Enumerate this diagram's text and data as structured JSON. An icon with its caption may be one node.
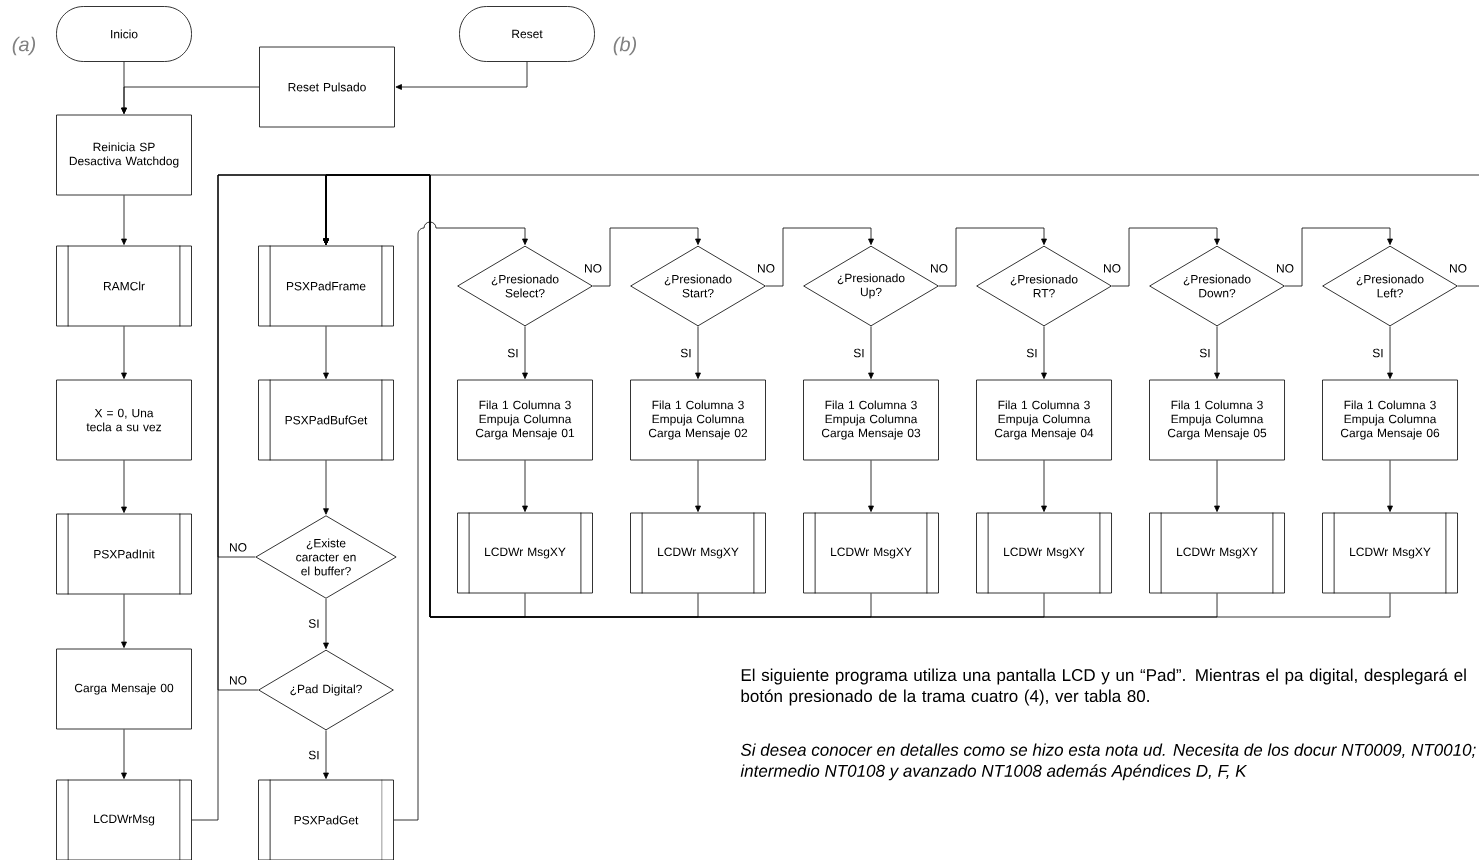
{
  "diagram": {
    "nodes": [
      {
        "text": [
          "Inicio"
        ],
        "beside": [
          "(a)"
        ]
      },
      {
        "text": [
          "Reset"
        ],
        "beside": [
          "(b)"
        ]
      },
      {
        "text": [
          "Reset Pulsado"
        ]
      },
      {
        "text": [
          "Reinicia SP Desactiva Watchdog"
        ]
      },
      {
        "text": [
          "RAMClr"
        ]
      },
      {
        "text": [
          "X = 0, Una tecla a su vez"
        ]
      },
      {
        "text": [
          "PSXPadInit"
        ]
      },
      {
        "text": [
          "Carga Mensaje 00"
        ]
      },
      {
        "text": [
          "LCDWrMsg"
        ]
      },
      {
        "text": [
          "PSXPadFrame"
        ]
      },
      {
        "text": [
          "PSXPadBufGet"
        ]
      },
      {
        "text": [
          "¿Existe caracter en el buffer?"
        ]
      },
      {
        "text": [
          "¿Pad Digital?"
        ]
      },
      {
        "text": [
          "PSXPadGet"
        ]
      },
      {
        "text": [
          "¿Presionado Select?"
        ]
      },
      {
        "text": [
          "Fila 1 Columna 3 Empuja Columna Carga Mensaje 01"
        ]
      },
      {
        "text": [
          "LCDWr MsgXY"
        ]
      },
      {
        "text": [
          "¿Presionado Start?"
        ]
      },
      {
        "text": [
          "Fila 1 Columna 3 Empuja Columna Carga Mensaje 02"
        ]
      },
      {
        "text": [
          "LCDWr MsgXY"
        ]
      },
      {
        "text": [
          "¿Presionado Up?"
        ]
      },
      {
        "text": [
          "Fila 1 Columna 3 Empuja Columna Carga Mensaje 03"
        ]
      },
      {
        "text": [
          "LCDWr MsgXY"
        ]
      },
      {
        "text": [
          "¿Presionado RT?"
        ]
      },
      {
        "text": [
          "Fila 1 Columna 3 Empuja Columna Carga Mensaje 04"
        ]
      },
      {
        "text": [
          "LCDWr MsgXY"
        ]
      },
      {
        "text": [
          "¿Presionado Down?"
        ]
      },
      {
        "text": [
          "Fila 1 Columna 3 Empuja Columna Carga Mensaje 05"
        ]
      },
      {
        "text": [
          "LCDWr MsgXY"
        ]
      },
      {
        "text": [
          "¿Presionado Left?"
        ]
      },
      {
        "text": [
          "Fila 1 Columna 3 Empuja Columna Carga Mensaje 06"
        ]
      },
      {
        "text": [
          "LCDWr MsgXY"
        ]
      }
    ],
    "edges": [
      {
        "from": 0,
        "to": 3,
        "arrow": "to"
      },
      {
        "from": 1,
        "to": 2,
        "arrow": "to"
      },
      {
        "from": 2,
        "to": 3,
        "arrow": "to"
      },
      {
        "from": 3,
        "to": 4,
        "arrow": "to"
      },
      {
        "from": 4,
        "to": 5,
        "arrow": "to"
      },
      {
        "from": 5,
        "to": 6,
        "arrow": "to"
      },
      {
        "from": 6,
        "to": 7,
        "arrow": "to"
      },
      {
        "from": 7,
        "to": 8,
        "arrow": "to"
      },
      {
        "from": 8,
        "to": 9,
        "arrow": "to"
      },
      {
        "from": 9,
        "to": 10,
        "arrow": "to"
      },
      {
        "from": 10,
        "to": 11,
        "arrow": "to"
      },
      {
        "from": 11,
        "to": 12,
        "arrow": "to",
        "label": "SI"
      },
      {
        "from": 12,
        "to": 13,
        "arrow": "to",
        "label": "SI"
      },
      {
        "from": 11,
        "to": 9,
        "arrow": "to",
        "label": "NO"
      },
      {
        "from": 12,
        "to": 9,
        "arrow": "to",
        "label": "NO"
      },
      {
        "from": 13,
        "to": 14,
        "arrow": "to"
      },
      {
        "from": 14,
        "to": 15,
        "arrow": "to",
        "label": "SI"
      },
      {
        "from": 15,
        "to": 16,
        "arrow": "to"
      },
      {
        "from": 16,
        "to": 9,
        "arrow": "to"
      },
      {
        "from": 14,
        "to": 17,
        "arrow": "to",
        "label": "NO"
      },
      {
        "from": 17,
        "to": 18,
        "arrow": "to",
        "label": "SI"
      },
      {
        "from": 18,
        "to": 19,
        "arrow": "to"
      },
      {
        "from": 19,
        "to": 9,
        "arrow": "to"
      },
      {
        "from": 17,
        "to": 20,
        "arrow": "to",
        "label": "NO"
      },
      {
        "from": 20,
        "to": 21,
        "arrow": "to",
        "label": "SI"
      },
      {
        "from": 21,
        "to": 22,
        "arrow": "to"
      },
      {
        "from": 22,
        "to": 9,
        "arrow": "to"
      },
      {
        "from": 20,
        "to": 23,
        "arrow": "to",
        "label": "NO"
      },
      {
        "from": 23,
        "to": 24,
        "arrow": "to",
        "label": "SI"
      },
      {
        "from": 24,
        "to": 25,
        "arrow": "to"
      },
      {
        "from": 25,
        "to": 9,
        "arrow": "to"
      },
      {
        "from": 23,
        "to": 26,
        "arrow": "to",
        "label": "NO"
      },
      {
        "from": 26,
        "to": 27,
        "arrow": "to",
        "label": "SI"
      },
      {
        "from": 27,
        "to": 28,
        "arrow": "to"
      },
      {
        "from": 28,
        "to": 9,
        "arrow": "to"
      },
      {
        "from": 26,
        "to": 29,
        "arrow": "to",
        "label": "NO"
      },
      {
        "from": 29,
        "to": 30,
        "arrow": "to",
        "label": "SI"
      },
      {
        "from": 30,
        "to": 31,
        "arrow": "to"
      },
      {
        "from": 31,
        "to": 9,
        "arrow": "to"
      },
      {
        "from": 29,
        "to": null,
        "arrow": "none",
        "label": "NO"
      },
      {
        "from": null,
        "to": 9,
        "arrow": "to"
      }
    ],
    "labels": [
      "El siguiente programa utiliza una pantalla LCD y un “Pad”.  Mientras el pa digital, desplegará el botón presionado de la trama cuatro (4), ver tabla 80.",
      "Si desea conocer en detalles como se hizo esta nota ud. Necesita de los docur NT0009, NT0010; intermedio NT0108 y avanzado NT1008 además Apéndices D, F, K"
    ]
  }
}
